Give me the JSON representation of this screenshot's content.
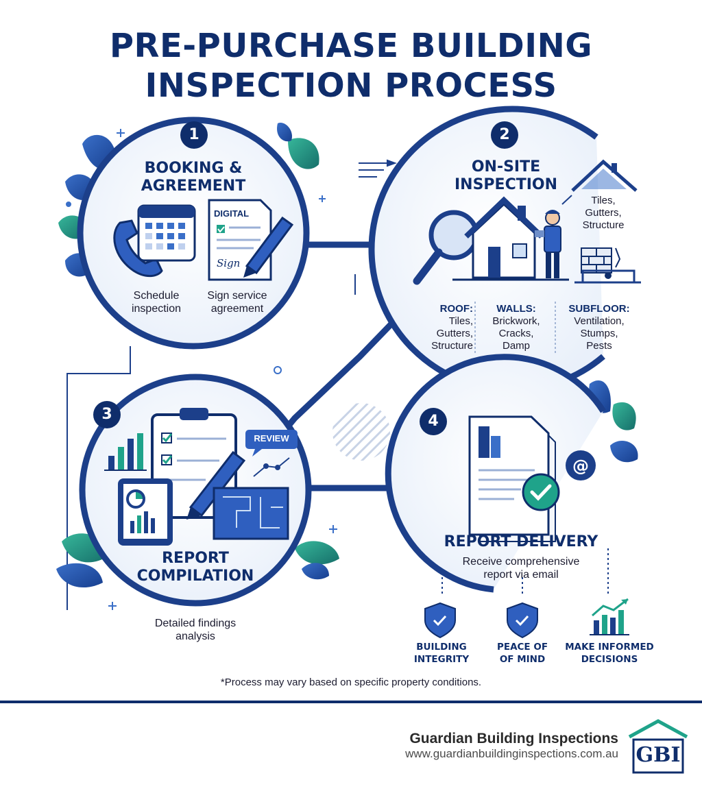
{
  "title": {
    "line1": "PRE-PURCHASE BUILDING",
    "line2": "INSPECTION PROCESS"
  },
  "steps": [
    {
      "number": "1",
      "title_line1": "BOOKING &",
      "title_line2": "AGREEMENT",
      "doc_label": "DIGITAL",
      "sign_text": "Sign",
      "items": [
        {
          "line1": "Schedule",
          "line2": "inspection"
        },
        {
          "line1": "Sign service",
          "line2": "agreement"
        }
      ]
    },
    {
      "number": "2",
      "title_line1": "ON-SITE",
      "title_line2": "INSPECTION",
      "roof_callout": [
        "Tiles,",
        "Gutters,",
        "Structure"
      ],
      "areas": [
        {
          "heading": "ROOF:",
          "lines": [
            "Tiles,",
            "Gutters,",
            "Structure"
          ]
        },
        {
          "heading": "WALLS:",
          "lines": [
            "Brickwork,",
            "Cracks,",
            "Damp"
          ]
        },
        {
          "heading": "SUBFLOOR:",
          "lines": [
            "Ventilation,",
            "Stumps,",
            "Pests"
          ]
        }
      ]
    },
    {
      "number": "3",
      "title_line1": "REPORT",
      "title_line2": "COMPILATION",
      "review_tag": "REVIEW",
      "caption_line1": "Detailed findings",
      "caption_line2": "analysis"
    },
    {
      "number": "4",
      "title": "REPORT DELIVERY",
      "caption_line1": "Receive comprehensive",
      "caption_line2": "report via email"
    }
  ],
  "benefits": [
    {
      "line1": "BUILDING",
      "line2": "INTEGRITY",
      "icon": "shield-check-icon"
    },
    {
      "line1": "PEACE OF",
      "line2": "OF MIND",
      "icon": "shield-check-icon"
    },
    {
      "line1": "MAKE INFORMED",
      "line2": "DECISIONS",
      "icon": "growth-chart-icon"
    }
  ],
  "note": "*Process may vary based on specific property conditions.",
  "footer": {
    "company": "Guardian Building Inspections",
    "url": "www.guardianbuildinginspections.com.au",
    "logo_text": "GBI"
  },
  "colors": {
    "navy": "#0f2d6b",
    "blue": "#2f5fbf",
    "green": "#1fa38a",
    "light": "#eef3fb"
  }
}
